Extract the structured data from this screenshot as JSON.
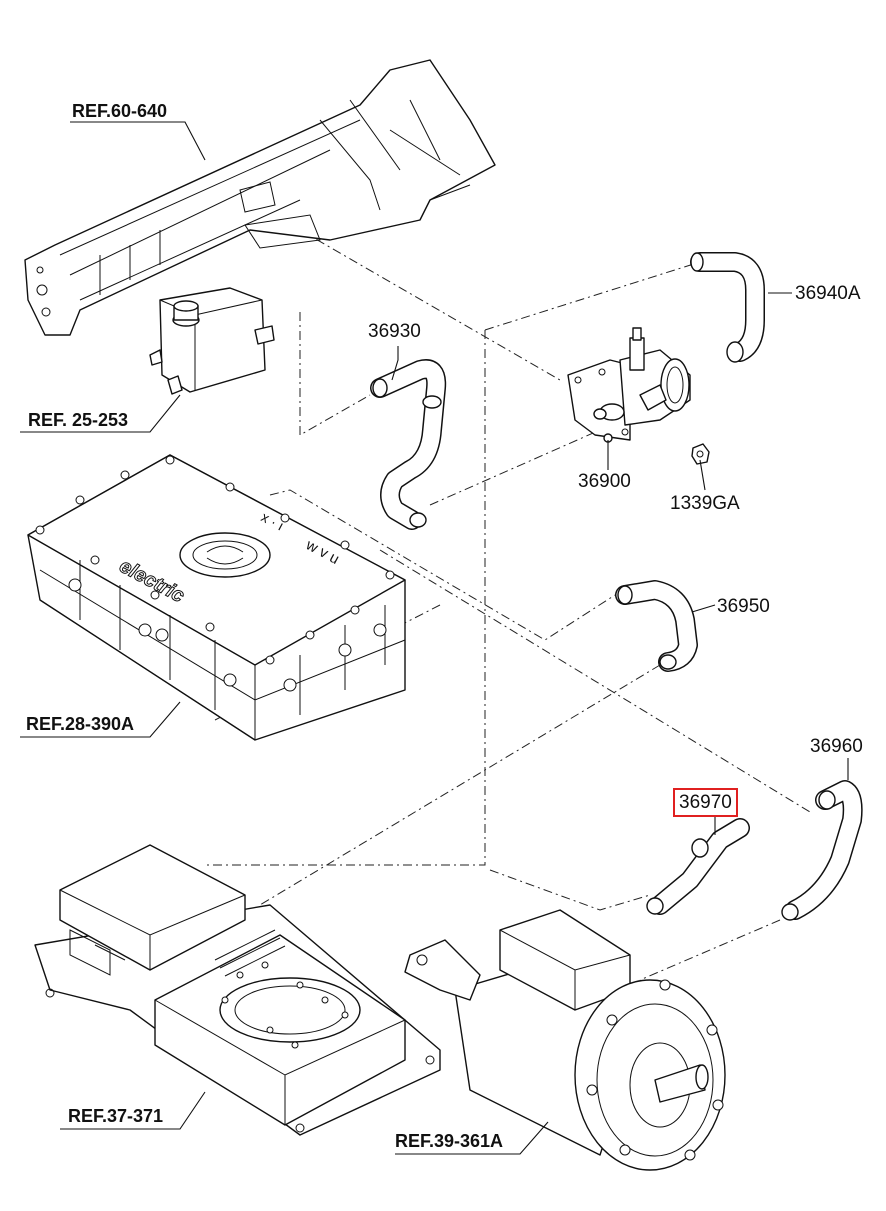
{
  "labels": {
    "ref_60_640": "REF.60-640",
    "ref_25_253": "REF. 25-253",
    "ref_28_390a": "REF.28-390A",
    "ref_37_371": "REF.37-371",
    "ref_39_361a": "REF.39-361A",
    "p36940a": "36940A",
    "p36930": "36930",
    "p36900": "36900",
    "p1339ga": "1339GA",
    "p36950": "36950",
    "p36960": "36960",
    "p36970": "36970"
  },
  "inverter_logo_text": "electric",
  "highlight_color": "#e02020"
}
